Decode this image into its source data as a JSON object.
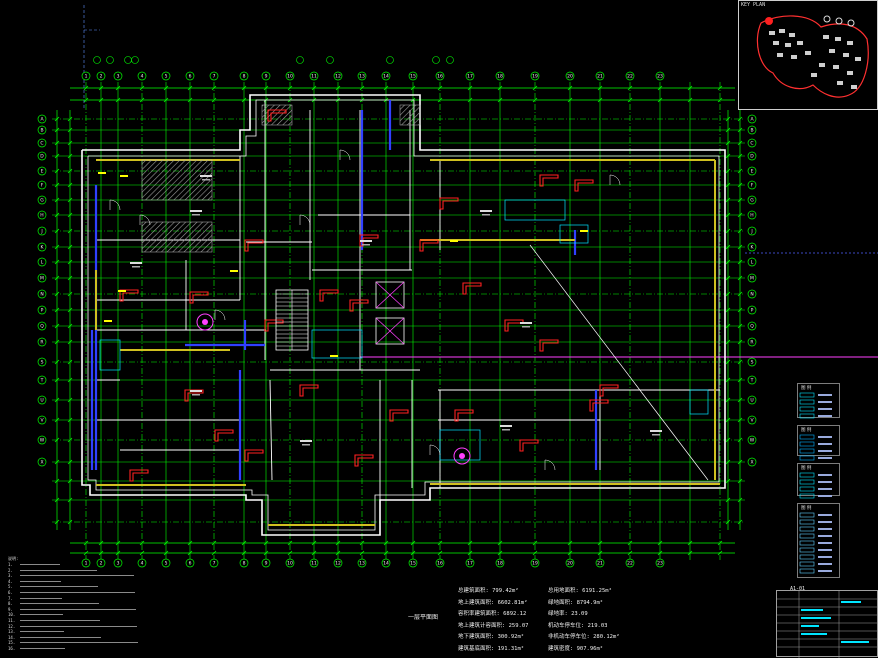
{
  "drawing": {
    "scale_label": "一层平面图",
    "key_plan_title": "KEY PLAN",
    "sheet_label": "A1-01"
  },
  "statistics": {
    "left": [
      {
        "label": "总建筑面积:",
        "value": "799.42m²"
      },
      {
        "label": "地上建筑面积:",
        "value": "6602.81m²"
      },
      {
        "label": "容积率建筑面积:",
        "value": "6892.12"
      },
      {
        "label": "地上建筑计容面积:",
        "value": "259.07"
      },
      {
        "label": "地下建筑面积:",
        "value": "300.92m²"
      },
      {
        "label": "建筑基底面积:",
        "value": "191.31m²"
      }
    ],
    "right": [
      {
        "label": "总用地面积:",
        "value": "6191.25m²"
      },
      {
        "label": "绿地面积:",
        "value": "8794.9m²"
      },
      {
        "label": "绿地率:",
        "value": "23.09"
      },
      {
        "label": "机动车停车位:",
        "value": "219.03"
      },
      {
        "label": "非机动车停车位:",
        "value": "280.12m²"
      },
      {
        "label": "建筑密度:",
        "value": "907.96m²"
      }
    ]
  },
  "legend": {
    "sections": [
      "图 例",
      "图 例",
      "图 例",
      "图 例"
    ]
  },
  "title_block": {
    "rows": [
      "",
      "",
      "",
      "",
      "",
      ""
    ]
  },
  "notes": {
    "title": "说明:",
    "lines": [
      "1.",
      "2.",
      "3.",
      "4.",
      "5.",
      "6.",
      "7.",
      "8.",
      "9.",
      "10.",
      "11.",
      "12.",
      "13.",
      "14.",
      "15.",
      "16."
    ]
  },
  "axis_labels": {
    "top": [
      "1",
      "2",
      "3",
      "4",
      "5",
      "6",
      "7",
      "8",
      "9",
      "10",
      "11",
      "12",
      "13",
      "14",
      "15",
      "16",
      "17",
      "18",
      "19",
      "20",
      "21",
      "22",
      "23"
    ],
    "left": [
      "A",
      "B",
      "C",
      "D",
      "E",
      "F",
      "G",
      "H",
      "J",
      "K",
      "L",
      "M",
      "N",
      "P",
      "Q",
      "R",
      "S",
      "T",
      "U",
      "V",
      "W",
      "X"
    ]
  },
  "colors": {
    "axis": "#00ff00",
    "wall": "#ffffff",
    "column": "#ff2020",
    "structure": "#3040ff",
    "finish": "#d0c020",
    "magenta": "#ff40ff",
    "cyan": "#00e5ff",
    "yellow": "#ffff00"
  }
}
